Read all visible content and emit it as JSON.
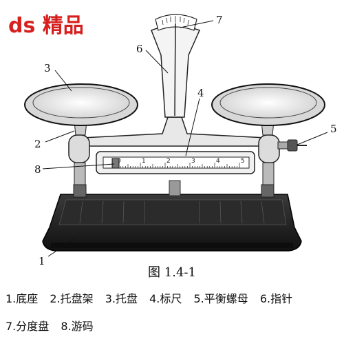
{
  "watermark": "ds 精品",
  "figure_title": "图  1.4-1",
  "callout_numbers": [
    "1",
    "2",
    "3",
    "4",
    "5",
    "6",
    "7",
    "8"
  ],
  "scale_numbers": [
    "0",
    "1",
    "2",
    "3",
    "4",
    "5"
  ],
  "legend": {
    "row1": [
      "1.底座",
      "2.托盘架",
      "3.托盘",
      "4.标尺",
      "5.平衡螺母",
      "6.指针"
    ],
    "row2": [
      "7.分度盘",
      "8.游码"
    ]
  }
}
